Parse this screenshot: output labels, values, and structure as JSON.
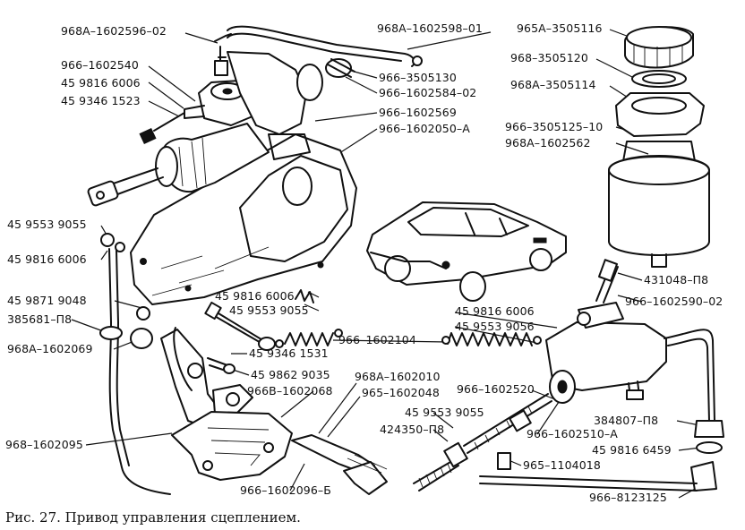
{
  "caption": "Рис. 27. Привод управления сцеплением.",
  "labels": {
    "l01": "968А–1602596–02",
    "l02": "968А–1602598–01",
    "l03": "965А–3505116",
    "l04": "968–3505120",
    "l05": "968А–3505114",
    "l06": "966–1602540",
    "l07": "45 9816 6006",
    "l08": "45 9346 1523",
    "l09": "966–3505130",
    "l10": "966–1602584–02",
    "l11": "966–1602569",
    "l12": "966–1602050–А",
    "l13": "966–3505125–10",
    "l14": "968А–1602562",
    "l15": "45 9553 9055",
    "l16": "45 9816 6006",
    "l17": "45 9871 9048",
    "l18": "45 9816 6006",
    "l19": "45 9553 9055",
    "l20": "431048–П8",
    "l21": "966–1602590–02",
    "l22": "385681–П8",
    "l23": "966–1602104",
    "l24": "45 9816 6006",
    "l25": "45 9553 9056",
    "l26": "968А–1602069",
    "l27": "45 9346 1531",
    "l28": "45 9862 9035",
    "l29": "968А–1602010",
    "l30": "966В–1602068",
    "l31": "965–1602048",
    "l32": "966–1602520",
    "l33": "45 9553 9055",
    "l34": "424350–П8",
    "l35": "966–1602510–А",
    "l36": "384807–П8",
    "l37": "968–1602095",
    "l38": "45 9816 6459",
    "l39": "965–1104018",
    "l40": "966–1602096–Б",
    "l41": "966–8123125"
  }
}
